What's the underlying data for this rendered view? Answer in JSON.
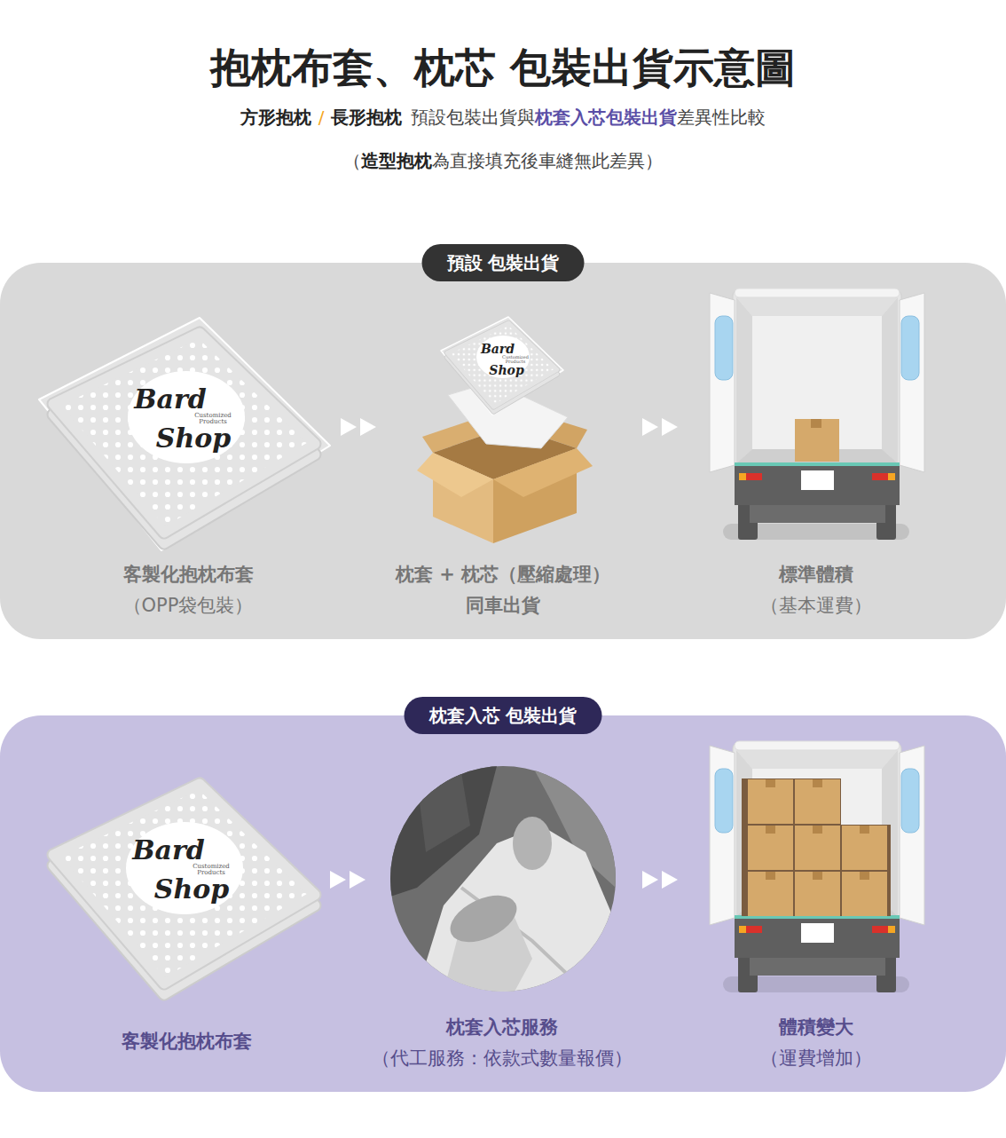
{
  "diagram": {
    "title": "抱枕布套、枕芯 包裝出貨示意圖",
    "nodes": [
      {
        "text": [
          "預設 包裝出貨"
        ]
      },
      {
        "text": [
          "客製化抱枕布套",
          "（OPP袋包裝）"
        ],
        "in": 0
      },
      {
        "text": [
          "枕套 + 枕芯（壓縮處理）",
          "同車出貨"
        ],
        "in": 0
      },
      {
        "text": [
          "標準體積",
          "（基本運費）"
        ],
        "in": 0
      },
      {
        "text": [
          "枕套入芯 包裝出貨"
        ]
      },
      {
        "text": [
          "客製化抱枕布套"
        ],
        "in": 4
      },
      {
        "text": [
          "枕套入芯服務",
          "（代工服務：依款式數量報價）"
        ],
        "in": 4
      },
      {
        "text": [
          "體積變大",
          "（運費增加）"
        ],
        "in": 4
      }
    ],
    "edges": [
      {
        "from": 1,
        "to": 2,
        "arrow": "to"
      },
      {
        "from": 2,
        "to": 3,
        "arrow": "to"
      },
      {
        "from": 5,
        "to": 6,
        "arrow": "to"
      },
      {
        "from": 6,
        "to": 7,
        "arrow": "to"
      }
    ],
    "labels": [
      "方形抱枕",
      "/",
      "長形抱枕",
      "預設包裝出貨與",
      "枕套入芯包裝出貨",
      "差異性比較",
      "（",
      "造型抱枕",
      "為直接填充後車縫無此差異）",
      "Bard",
      "Customized Products",
      "Shop",
      "Bard",
      "Customized Products",
      "Shop",
      "Bard",
      "Customized Products",
      "Shop"
    ]
  }
}
